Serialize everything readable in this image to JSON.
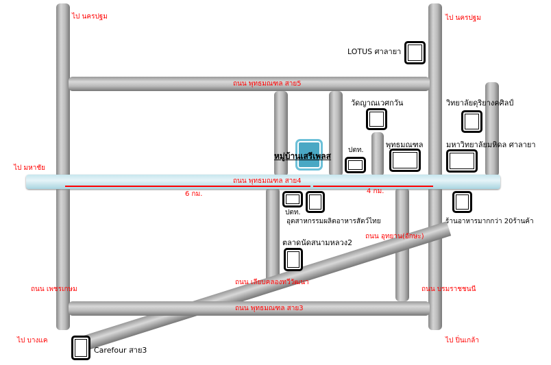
{
  "roads": {
    "soi5": "ถนน พุทธมณฑล สาย5",
    "soi4": "ถนน พุทธมณฑล สาย4",
    "soi3": "ถนน พุทธมณฑล สาย3",
    "uthayan": "ถนน อุทยาน(อักษะ)",
    "liap": "ถนน เลียบคลองทวีวัฒนา",
    "phetkasem": "ถนน เพชรเกษม",
    "borom": "ถนน บรมราชชนนี"
  },
  "directions": {
    "nakhon_pathom_left": "ไป นครปฐม",
    "nakhon_pathom_right": "ไป นครปฐม",
    "mahachai": "ไป มหาชัย",
    "bangkae": "ไป บางแค",
    "pinklao": "ไป ปิ่นเกล้า"
  },
  "distances": {
    "left": "6 กม.",
    "right": "4 กม."
  },
  "landmarks": {
    "lotus": "LOTUS ศาลายา",
    "wat": "วัดญาณเวศกวัน",
    "college": "วิทยาลัยดุริยางคศิลป์",
    "ptt1": "ปตท.",
    "phutthamonthon": "พุทธมณฑล",
    "mahidol": "มหาวิทยาลัยมหิดล ศาลายา",
    "village": "หมู่บ้านเสรีเพลส",
    "ptt2": "ปตท.",
    "feed": "อุตสาหกรรมผลิตอาหารสัตว์ไทย",
    "restaurants": "ร้านอาหารมากกว่า 20ร้านค้า",
    "market": "ตลาดนัดสนามหลวง2",
    "carrefour": "Carefour สาย3"
  },
  "colors": {
    "label": "#ff0000",
    "village": "#4aa8c4"
  }
}
